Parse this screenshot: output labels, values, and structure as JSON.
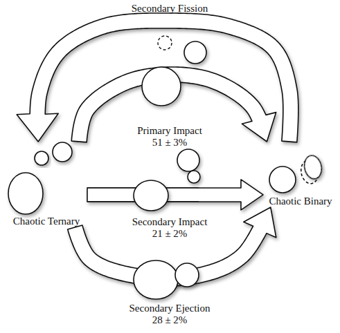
{
  "diagram": {
    "nodes": [
      {
        "text": [
          "Chaotic Ternary"
        ]
      },
      {
        "text": [
          "Chaotic Binary"
        ]
      }
    ],
    "edges": [
      {
        "from": 1,
        "to": 0,
        "label": "Secondary Fission",
        "arrow": "to"
      },
      {
        "from": 0,
        "to": 1,
        "label": "Primary Impact 51 ± 3%",
        "arrow": "to"
      },
      {
        "from": 0,
        "to": 1,
        "label": "Secondary Impact 21 ± 2%",
        "arrow": "to"
      },
      {
        "from": 0,
        "to": 1,
        "label": "Secondary Ejection 28 ± 2%",
        "arrow": "to"
      }
    ]
  }
}
